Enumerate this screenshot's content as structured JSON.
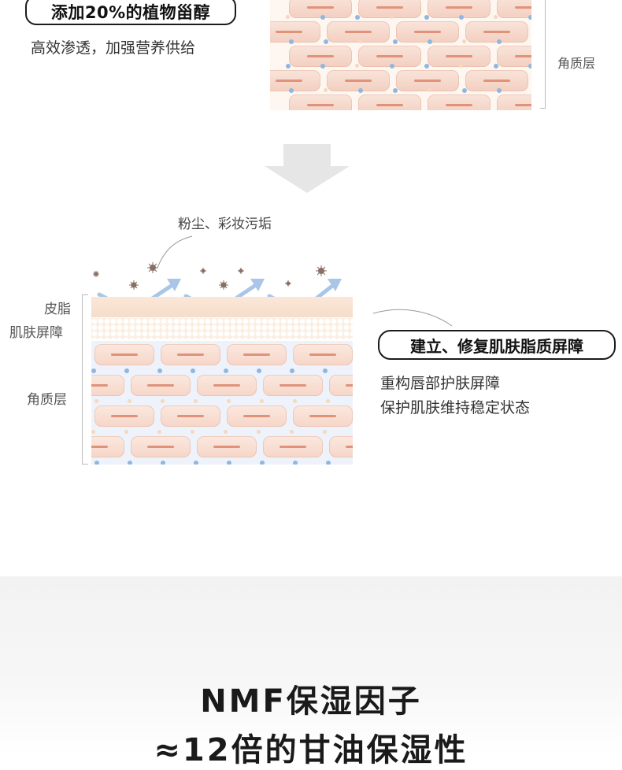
{
  "top_section": {
    "title": "添加20%的植物甾醇",
    "description": "高效渗透，加强营养供给",
    "layer_label": "角质层"
  },
  "bottom_section": {
    "dust_label": "粉尘、彩妆污垢",
    "layer_labels": {
      "sebum": "皮脂",
      "barrier": "肌肤屏障",
      "stratum": "角质层"
    },
    "title": "建立、修复肌肤脂质屏障",
    "description_lines": [
      "重构唇部护肤屏障",
      "保护肌肤维持稳定状态"
    ]
  },
  "headline": {
    "line1": "NMF保湿因子",
    "line2": "≈12倍的甘油保湿性"
  },
  "colors": {
    "cell_fill": "#f3cfc0",
    "cell_line": "#e0937a",
    "moisture_dot": "#8fb7e0",
    "arrow_gray": "#e6e6e6",
    "deflect_arrow": "#a9c6e8",
    "particle": "#8a6f66"
  }
}
